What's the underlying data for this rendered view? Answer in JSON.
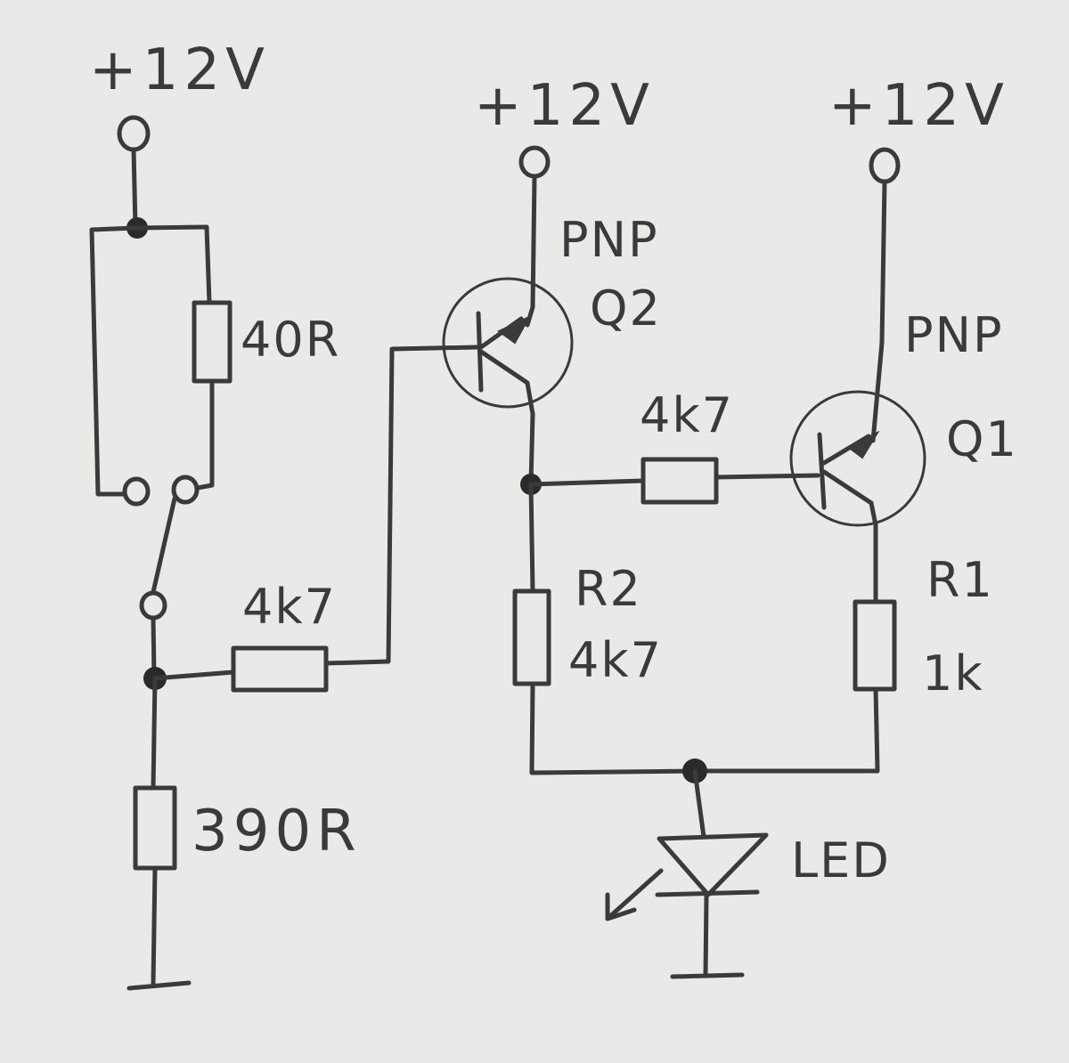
{
  "labels": {
    "supply_left": "+12V",
    "supply_q2": "+12V",
    "supply_q1": "+12V",
    "r_40": "40R",
    "r_in": "4k7",
    "r_390": "390R",
    "q2_type": "PNP",
    "q2_name": "Q2",
    "q1_type": "PNP",
    "q1_name": "Q1",
    "r_mid": "4k7",
    "r2_name": "R2",
    "r2_value": "4k7",
    "r1_name": "R1",
    "r1_value": "1k",
    "led": "LED"
  },
  "colors": {
    "paper": "#e9e9e7",
    "pencil": "#3a3a3a"
  }
}
